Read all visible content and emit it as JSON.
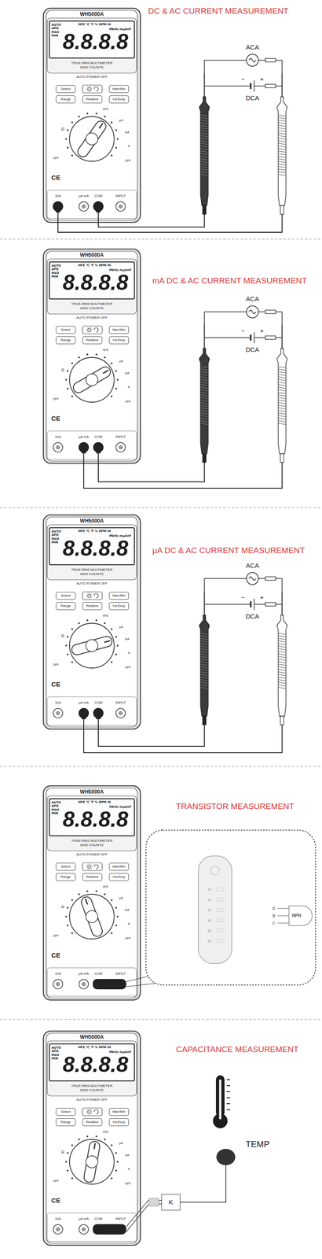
{
  "diagram": {
    "nodes": [
      {
        "text": [
          "WH5000A",
          "TRUE-RMS MULTIMETER 6000 COUNTS",
          "AUTO POWER OFF"
        ]
      },
      {
        "text": [
          "AUTO APO MAX MIN",
          "HFE ℃ ℉ % RPM Hi",
          "MkHz mμAnF",
          "8.8.8.8"
        ],
        "in": 0
      },
      {
        "text": [
          "Select"
        ],
        "in": 0
      },
      {
        "text": [
          "Max/Min"
        ],
        "in": 0
      },
      {
        "text": [
          "Range"
        ],
        "in": 0
      },
      {
        "text": [
          "Relative"
        ],
        "in": 0
      },
      {
        "text": [
          "Hz/Duty"
        ],
        "in": 0
      },
      {
        "text": [
          "WH5000A",
          "TRUE-RMS MULTIMETER 6000 COUNTS",
          "AUTO POWER OFF"
        ]
      },
      {
        "text": [
          "AUTO APO MAX MIN",
          "HFE ℃ ℉ % RPM Hi",
          "MkHz mμAnF",
          "8.8.8.8"
        ],
        "in": 7
      },
      {
        "text": [
          "Select"
        ],
        "in": 7
      },
      {
        "text": [
          "Max/Min"
        ],
        "in": 7
      },
      {
        "text": [
          "Range"
        ],
        "in": 7
      },
      {
        "text": [
          "Relative"
        ],
        "in": 7
      },
      {
        "text": [
          "Hz/Duty"
        ],
        "in": 7
      },
      {
        "text": [
          "WH5000A",
          "TRUE-RMS MULTIMETER 6000 COUNTS",
          "AUTO POWER OFF"
        ]
      },
      {
        "text": [
          "AUTO APO MAX MIN",
          "HFE ℃ ℉ % RPM Hi",
          "MkHz mμAnF",
          "8.8.8.8"
        ],
        "in": 14
      },
      {
        "text": [
          "Select"
        ],
        "in": 14
      },
      {
        "text": [
          "Max/Min"
        ],
        "in": 14
      },
      {
        "text": [
          "Range"
        ],
        "in": 14
      },
      {
        "text": [
          "Relative"
        ],
        "in": 14
      },
      {
        "text": [
          "Hz/Duty"
        ],
        "in": 14
      },
      {
        "text": [
          "WH5000A",
          "TRUE-RMS MULTIMETER 6000 COUNTS",
          "AUTO POWER OFF"
        ]
      },
      {
        "text": [
          "AUTO APO MAX MIN",
          "HFE ℃ ℉ % RPM Hi",
          "MkHz mμAnF",
          "8.8.8.8"
        ],
        "in": 21
      },
      {
        "text": [
          "Select"
        ],
        "in": 21
      },
      {
        "text": [
          "Max/Min"
        ],
        "in": 21
      },
      {
        "text": [
          "Range"
        ],
        "in": 21
      },
      {
        "text": [
          "Relative"
        ],
        "in": 21
      },
      {
        "text": [
          "Hz/Duty"
        ],
        "in": 21
      },
      {
        "text": [
          "NPN"
        ]
      },
      {
        "text": [
          "WH5000A",
          "TRUE-RMS MULTIMETER 6000 COUNTS",
          "AUTO POWER OFF"
        ]
      },
      {
        "text": [
          "AUTO APO MAX MIN",
          "HFE ℃ ℉ % RPM Hi",
          "MkHz mμAnF",
          "8.8.8.8"
        ],
        "in": 29
      },
      {
        "text": [
          "Select"
        ],
        "in": 29
      },
      {
        "text": [
          "Max/Min"
        ],
        "in": 29
      },
      {
        "text": [
          "Range"
        ],
        "in": 29
      },
      {
        "text": [
          "Relative"
        ],
        "in": 29
      },
      {
        "text": [
          "Hz/Duty"
        ],
        "in": 29
      },
      {
        "text": [
          "K"
        ]
      }
    ],
    "labels": [
      "DC & AC CURRENT MEASUREMENT",
      "OFF",
      "Ω",
      "hFE",
      "μA",
      "mA",
      "A",
      "OFF",
      "CE",
      "10A",
      "μA mA",
      "COM",
      "INPUT",
      "ACA",
      "DCA",
      "−",
      "+",
      "mA DC & AC CURRENT MEASUREMENT",
      "OFF",
      "Ω",
      "hFE",
      "μA",
      "mA",
      "A",
      "OFF",
      "CE",
      "10A",
      "μA mA",
      "COM",
      "INPUT",
      "ACA",
      "DCA",
      "−",
      "+",
      "μA DC & AC CURRENT MEASUREMENT",
      "OFF",
      "Ω",
      "hFE",
      "μA",
      "mA",
      "A",
      "OFF",
      "CE",
      "10A",
      "μA mA",
      "COM",
      "INPUT",
      "ACA",
      "DCA",
      "−",
      "+",
      "TRANSISTOR MEASUREMENT",
      "OFF",
      "Ω",
      "hFE",
      "μA",
      "mA",
      "A",
      "OFF",
      "CE",
      "10A",
      "μA mA",
      "COM",
      "INPUT",
      "E",
      "B",
      "C",
      "CAPACITANCE MEASUREMENT",
      "OFF",
      "Ω",
      "hFE",
      "μA",
      "mA",
      "A",
      "OFF",
      "CE",
      "10A",
      "μA mA",
      "COM",
      "INPUT",
      "TEMP"
    ]
  }
}
